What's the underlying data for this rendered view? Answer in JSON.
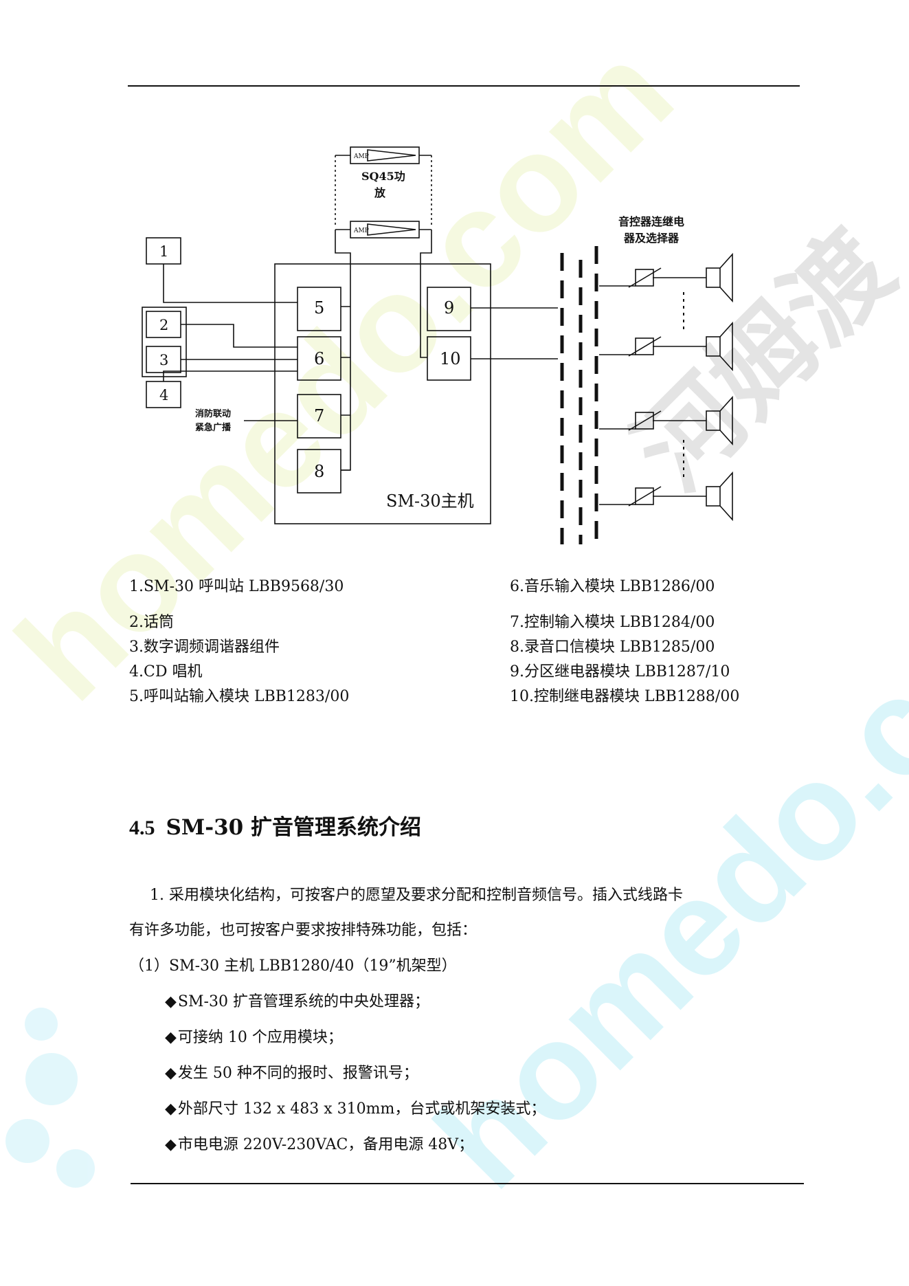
{
  "diagram": {
    "amp_label": "AMP",
    "amplifier_caption_line1": "SQ45功",
    "amplifier_caption_line2": "放",
    "relay_caption_line1": "音控器连继电",
    "relay_caption_line2": "器及选择器",
    "fire_caption_line1": "消防联动",
    "fire_caption_line2": "紧急广播",
    "host_label": "SM-30主机",
    "external_boxes": [
      "1",
      "2",
      "3",
      "4"
    ],
    "module_boxes": [
      "5",
      "6",
      "7",
      "8",
      "9",
      "10"
    ]
  },
  "legend": {
    "left": [
      "1.SM-30 呼叫站 LBB9568/30",
      "2.话筒",
      "3.数字调频调谐器组件",
      "4.CD 唱机",
      "5.呼叫站输入模块 LBB1283/00"
    ],
    "right": [
      "6.音乐输入模块 LBB1286/00",
      "7.控制输入模块 LBB1284/00",
      "8.录音口信模块 LBB1285/00",
      "9.分区继电器模块 LBB1287/10",
      "10.控制继电器模块 LBB1288/00"
    ]
  },
  "section": {
    "number": "4.5",
    "title": "SM-30 扩音管理系统介绍"
  },
  "body": {
    "para1": "1. 采用模块化结构，可按客户的愿望及要求分配和控制音频信号。插入式线路卡",
    "para2": "有许多功能，也可按客户要求按排特殊功能，包括：",
    "para3": "（1）SM-30 主机 LBB1280/40（19”机架型）",
    "bullet_mark": "◆",
    "bullets": [
      "SM-30 扩音管理系统的中央处理器；",
      "可接纳 10 个应用模块；",
      "发生 50 种不同的报时、报警讯号；",
      "外部尺寸 132 x 483 x 310mm，台式或机架安装式；",
      "市电电源 220V-230VAC，备用电源 48V；"
    ]
  },
  "watermark": {
    "text_latin": "homedo.com",
    "text_cn": "河姆渡",
    "color_blue": "#aee9f5",
    "color_yellow": "#eef5c8",
    "color_gray": "#cfcfcf"
  }
}
